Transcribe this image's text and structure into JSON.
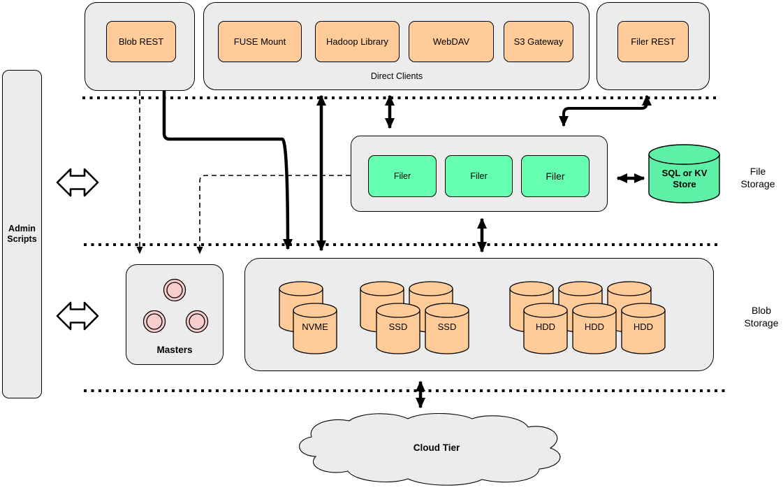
{
  "colors": {
    "container_gray": "#ececec",
    "client_orange": "#ffcc99",
    "filer_green": "#66ffb2",
    "store_green": "#5ff0a8",
    "master_pink": "#f8cecc",
    "line_black": "#000000"
  },
  "admin_scripts": {
    "label": "Admin Scripts"
  },
  "top_row": {
    "blob_rest": {
      "label": "Blob REST"
    },
    "direct_clients": {
      "caption": "Direct Clients",
      "items": [
        {
          "label": "FUSE Mount"
        },
        {
          "label": "Hadoop Library"
        },
        {
          "label": "WebDAV"
        },
        {
          "label": "S3 Gateway"
        }
      ]
    },
    "filer_rest": {
      "label": "Filer REST"
    }
  },
  "file_storage": {
    "section_label": "File Storage",
    "filers": [
      {
        "label": "Filer"
      },
      {
        "label": "Filer"
      },
      {
        "label": "Filer"
      }
    ],
    "store": {
      "label": "SQL or KV Store"
    }
  },
  "blob_storage": {
    "section_label": "Blob Storage",
    "masters": {
      "label": "Masters"
    },
    "volumes": [
      {
        "label": "NVME"
      },
      {
        "label": "SSD"
      },
      {
        "label": "SSD"
      },
      {
        "label": "HDD"
      },
      {
        "label": "HDD"
      },
      {
        "label": "HDD"
      }
    ]
  },
  "cloud": {
    "label": "Cloud Tier"
  }
}
